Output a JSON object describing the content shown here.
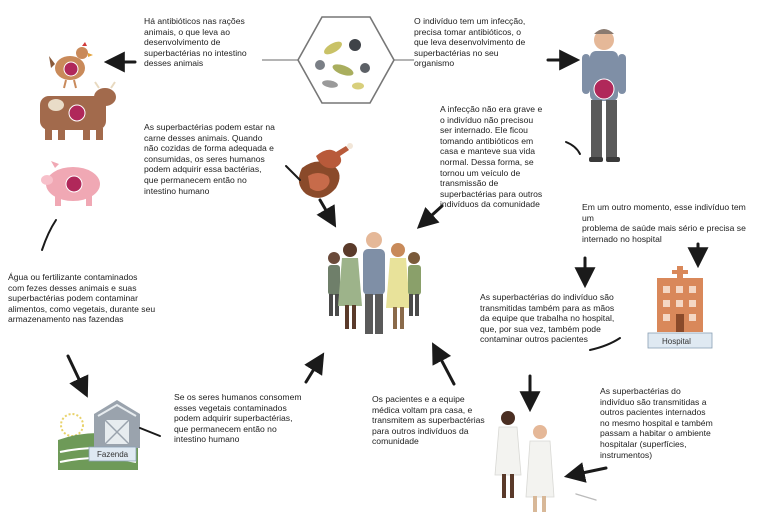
{
  "texts": {
    "feed": "Há antibióticos nas rações\nanimais, o que leva ao\ndesenvolvimento de\nsuperbactérias no intestino\ndesses animais",
    "infection": "O indivíduo tem um infecção,\nprecisa tomar antibióticos, o\nque leva desenvolvimento de\nsuperbactérias no seu\norganismo",
    "meat": "As superbactérias podem estar na\ncarne desses animais. Quando\nnão cozidas de forma adequada e\nconsumidas, os seres humanos\npodem adquirir essa bactérias,\nque permanecem então no\nintestino humano",
    "notSerious": "A infecção não era grave e\no indivíduo não precisou\nser internado. Ele ficou\ntomando antibióticos em\ncasa e manteve sua vida\nnormal. Dessa forma, se\ntornou um veículo de\ntransmissão de\nsuperbactérias para outros\nindivíduos da comunidade",
    "later": "Em um outro momento, esse indivíduo tem um\nproblema de saúde mais sério e precisa se\ninternado no hospital",
    "water": "Água ou fertilizante contaminados\ncom fezes desses animais e suas\nsuperbactérias podem contaminar\nalimentos, como vegetais, durante seu\narmazenamento nas fazendas",
    "staffHands": "As superbactérias do indivíduo são\ntransmitidas também para as mãos\nda equipe que trabalha no hospital,\nque, por sua vez, também pode\ncontaminar outros pacientes",
    "vegetables": "Se os seres humanos consomem\nesses vegetais contaminados\npodem adquirir superbactérias,\nque permanecem então no\nintestino humano",
    "goHome": "Os pacientes e a equipe\nmédica voltam pra casa, e\ntransmitem as superbactérias\npara outros indivíduos da\ncomunidade",
    "hospitalSpread": "As superbactérias do\nindivíduo são transmitidas a\noutros pacientes internados\nno mesmo hospital e também\npassam a habitar o ambiente\nhospitalar (superfícies,\ninstrumentos)"
  },
  "labels": {
    "hospital": "Hospital",
    "farm": "Fazenda"
  },
  "colors": {
    "arrow": "#1a1a1a",
    "bacteria": "#b0285a",
    "hospitalBuilding": "#d9885a",
    "signBlue": "#dfe9f2",
    "suit": "#7f8fa6",
    "trousers": "#5a5a5a",
    "cow": "#a26a4c",
    "pig": "#f0a8b4",
    "chicken": "#c98a5a",
    "meat": "#8a4a2a",
    "farmGreen": "#6e9a58"
  },
  "icons": [
    "pills-hexagon-icon",
    "chicken-icon",
    "cow-icon",
    "pig-icon",
    "meat-icon",
    "sick-man-icon",
    "community-people-icon",
    "hospital-icon",
    "farm-icon",
    "hospital-patients-icon"
  ]
}
